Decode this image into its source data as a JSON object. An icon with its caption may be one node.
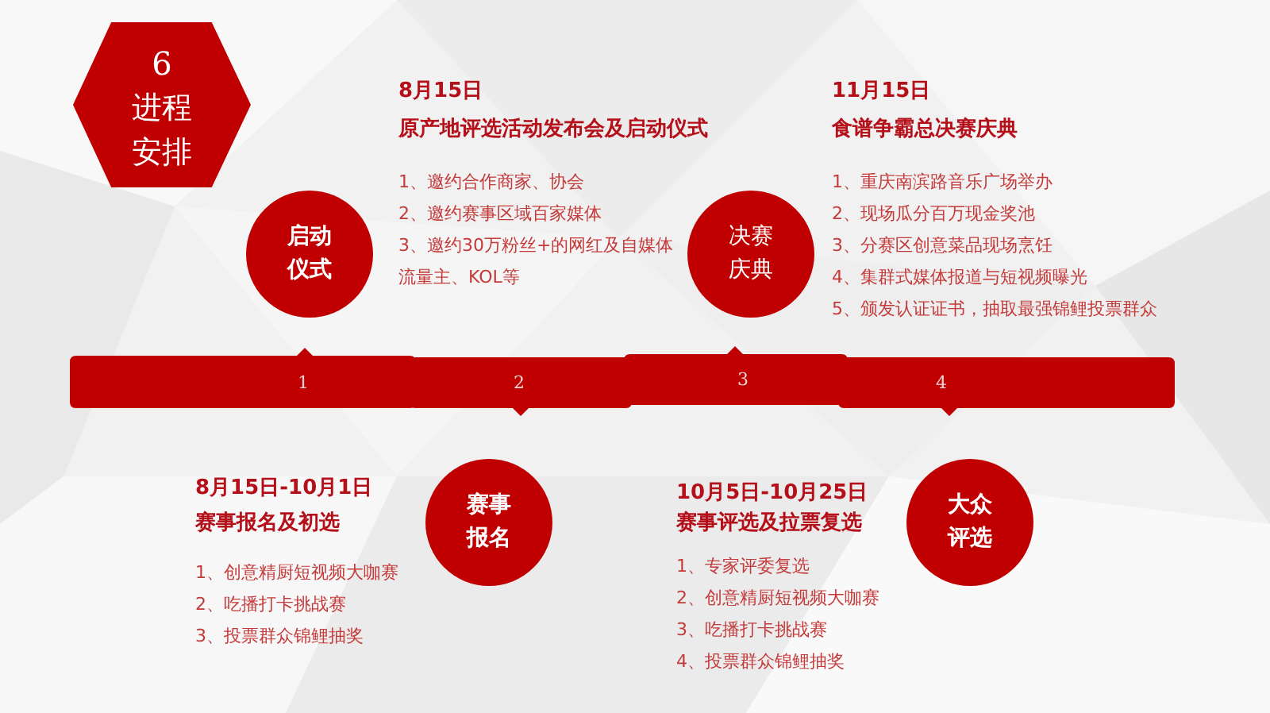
{
  "diagram": {
    "nodes": [
      {
        "text": [
          "6",
          "进程安排"
        ]
      },
      {
        "text": [
          "启动仪式"
        ],
        "beside": [
          "8月15日",
          "原产地评选活动发布会及启动仪式",
          "1、邀约合作商家、协会",
          "2、邀约赛事区域百家媒体",
          "3、邀约30万粉丝+的网红及自媒体流量主、KOL等"
        ]
      },
      {
        "text": [
          "决赛庆典"
        ],
        "beside": [
          "11月15日",
          "食谱争霸总决赛庆典",
          "1、重庆南滨路音乐广场举办",
          "2、现场瓜分百万现金奖池",
          "3、分赛区创意菜品现场烹饪",
          "4、集群式媒体报道与短视频曝光",
          "5、颁发认证证书，抽取最强锦鲤投票群众"
        ]
      },
      {
        "text": [
          "1"
        ]
      },
      {
        "text": [
          "2"
        ]
      },
      {
        "text": [
          "3"
        ]
      },
      {
        "text": [
          "4"
        ]
      },
      {
        "text": [
          "赛事报名"
        ],
        "beside": [
          "8月15日-10月1日",
          "赛事报名及初选",
          "1、创意精厨短视频大咖赛",
          "2、吃播打卡挑战赛",
          "3、投票群众锦鲤抽奖"
        ]
      },
      {
        "text": [
          "大众评选"
        ],
        "beside": [
          "10月5日-10月25日",
          "赛事评选及拉票复选",
          "1、专家评委复选",
          "2、创意精厨短视频大咖赛",
          "3、吃播打卡挑战赛",
          "4、投票群众锦鲤抽奖"
        ]
      }
    ]
  }
}
